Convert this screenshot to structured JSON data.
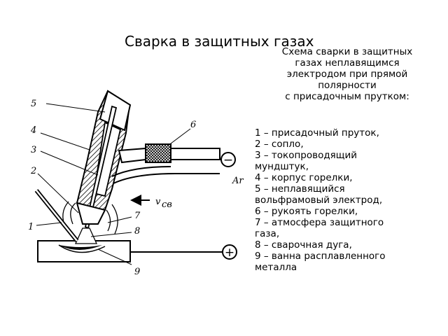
{
  "title": "Сварка в защитных газах",
  "caption": [
    "Схема сварки в защитных",
    "газах неплавящимся",
    "электродом при прямой",
    "полярности",
    "с присадочным прутком:"
  ],
  "legend": [
    "1 – присадочный пруток,",
    "2 – сопло,",
    "3 – токопроводящий",
    "мундштук,",
    "4 – корпус горелки,",
    "5 – неплавящийся",
    "вольфрамовый электрод,",
    "6 – рукоять горелки,",
    "7 – атмосфера защитного",
    "газа,",
    "8 – сварочная дуга,",
    "9 – ванна расплавленного",
    "металла"
  ],
  "diagram": {
    "labels": {
      "n1": "1",
      "n2": "2",
      "n3": "3",
      "n4": "4",
      "n5": "5",
      "n6": "6",
      "n7": "7",
      "n8": "8",
      "n9": "9",
      "gas": "Ar",
      "speed": "v",
      "speed_sub": "св"
    },
    "signs": {
      "minus": "−",
      "plus": "+"
    }
  }
}
